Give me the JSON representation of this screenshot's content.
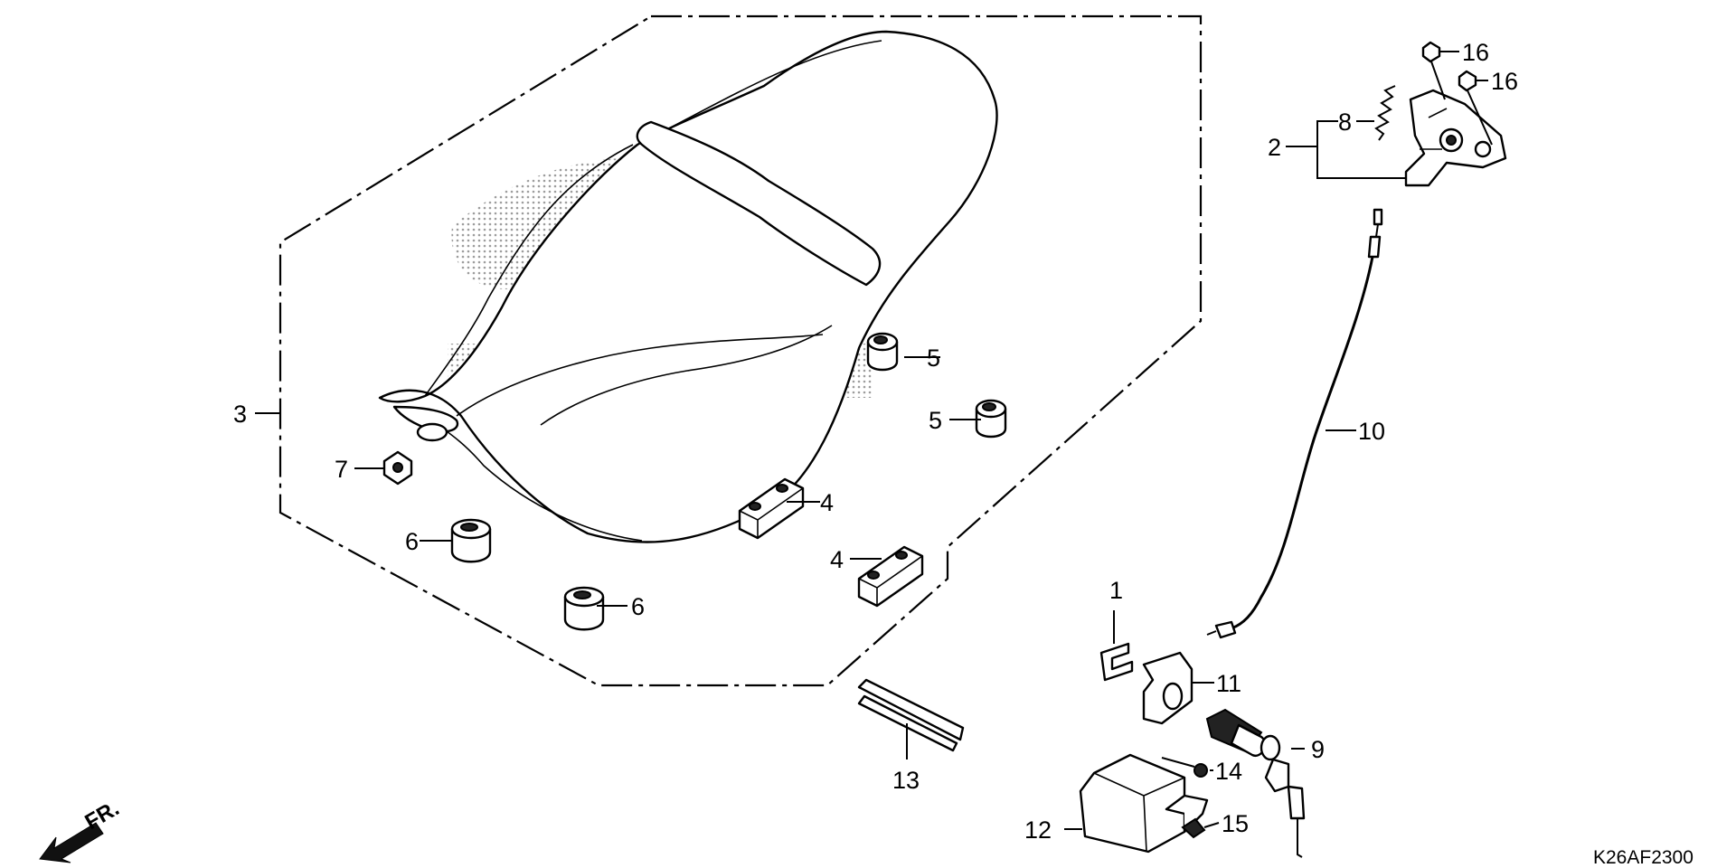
{
  "diagram": {
    "code": "K26AF2300",
    "direction_label": "FR.",
    "callouts": {
      "c1": "1",
      "c2": "2",
      "c3": "3",
      "c4a": "4",
      "c4b": "4",
      "c5a": "5",
      "c5b": "5",
      "c6a": "6",
      "c6b": "6",
      "c7": "7",
      "c8": "8",
      "c9": "9",
      "c10": "10",
      "c11": "11",
      "c12": "12",
      "c13": "13",
      "c14": "14",
      "c15": "15",
      "c16a": "16",
      "c16b": "16"
    }
  },
  "colors": {
    "line": "#000000",
    "background": "#ffffff",
    "watermark": "#9a9a9a"
  }
}
